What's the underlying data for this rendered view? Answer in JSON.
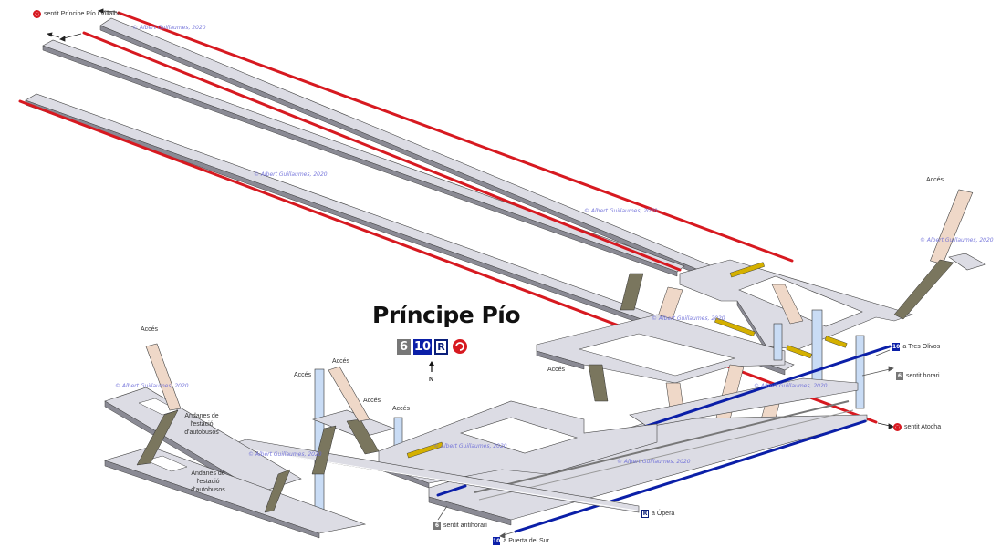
{
  "title": "Príncipe Pío",
  "lines": [
    {
      "id": "line-6",
      "label": "6",
      "color": "#777777"
    },
    {
      "id": "line-10",
      "label": "10",
      "color": "#0b1fa8"
    },
    {
      "id": "line-r",
      "label": "R",
      "color": "#0b1f7a"
    },
    {
      "id": "cercanias",
      "icon": "cercanias-logo",
      "color": "#d71920"
    }
  ],
  "north_label": "N",
  "access_label": "Accés",
  "bus_platforms_label": "Andanes de l'estació d'autobusos",
  "watermark": "© Albert Guillaumes, 2020",
  "destinations": {
    "principe_pio_villalba": "sentit Príncipe Pío i Villalba",
    "tres_olivos": "a Tres Olivos",
    "sentit_horari": "sentit horari",
    "atocha": "sentit Atocha",
    "opera": "a Ópera",
    "sentit_antihorari": "sentit antihorari",
    "puerta_del_sur": "a Puerta del Sur"
  },
  "colors": {
    "cercanias_track": "#d71920",
    "line10_track": "#0b1fa8",
    "line6_track": "#777777",
    "platform_top": "#dcdce4",
    "platform_side": "#8a8a94",
    "stairs": "#7a765e",
    "access_shaft": "#efd8c8",
    "elevator": "#c9dcf5",
    "escalator": "#d4b000"
  }
}
